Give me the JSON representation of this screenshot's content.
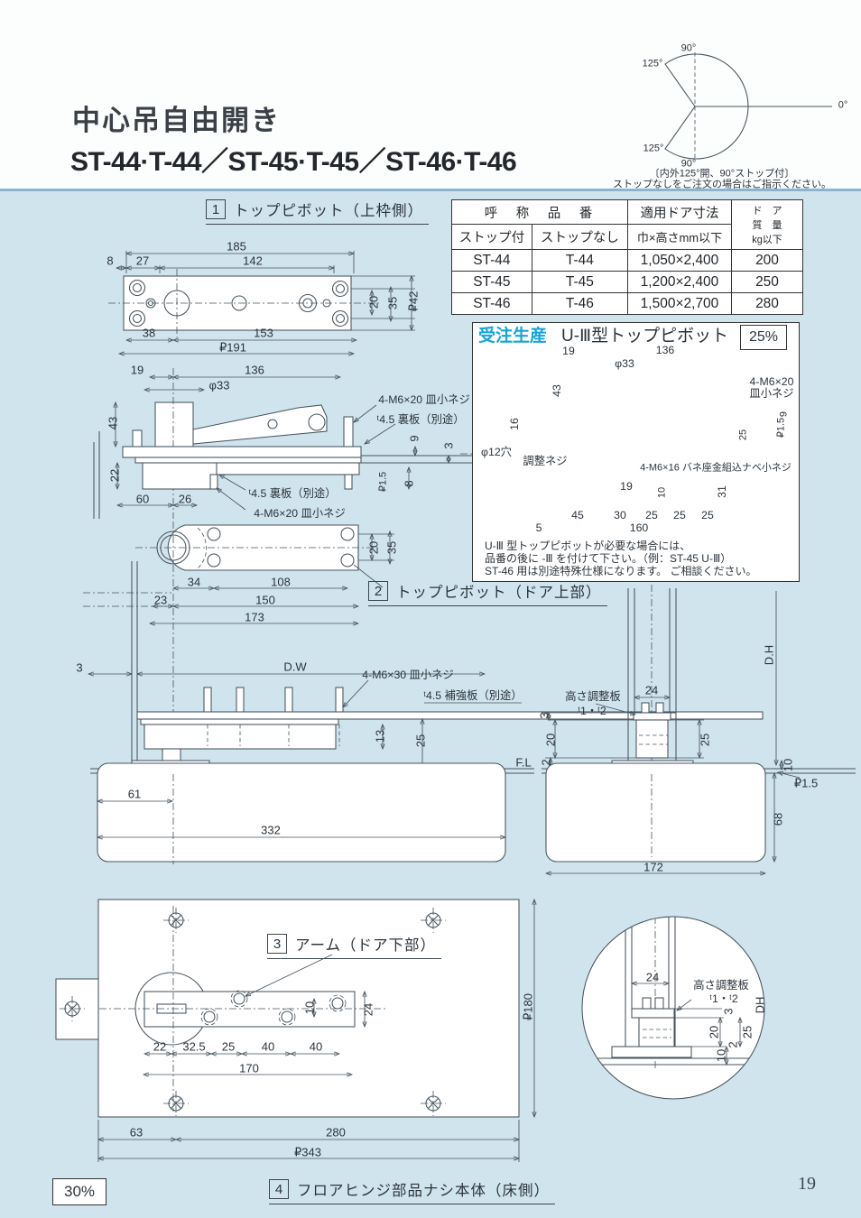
{
  "header": {
    "title": "中心吊自由開き",
    "models": "ST-44·T-44／ST-45·T-45／ST-46·T-46",
    "arc": {
      "top": "90°",
      "upper_left": "125°",
      "right": "0°",
      "lower_left": "125°",
      "bottom": "90°",
      "caption1": "〔内外125°開、90°ストップ付〕",
      "caption2": "ストップなしをご注文の場合はご指示ください。"
    }
  },
  "table": {
    "h_name": "呼　称　品　番",
    "h_size": "適用ドア寸法",
    "h_mass1": "ド　ア",
    "h_mass2": "質　量",
    "h_mass3": "kg以下",
    "h_stop": "ストップ付",
    "h_nostop": "ストップなし",
    "h_size2": "巾×高さmm以下",
    "rows": [
      [
        "ST-44",
        "T-44",
        "1,050×2,400",
        "200"
      ],
      [
        "ST-45",
        "T-45",
        "1,200×2,400",
        "250"
      ],
      [
        "ST-46",
        "T-46",
        "1,500×2,700",
        "280"
      ]
    ]
  },
  "s1": {
    "n": "1",
    "t": "トップピボット（上枠側）"
  },
  "s2": {
    "n": "2",
    "t": "トップピボット（ドア上部）"
  },
  "s3": {
    "n": "3",
    "t": "アーム（ドア下部）"
  },
  "s4": {
    "n": "4",
    "t": "フロアヒンジ部品ナシ本体（床側）"
  },
  "d1": {
    "d185": "185",
    "d8": "8",
    "d27": "27",
    "d142": "142",
    "d38": "38",
    "d153": "153",
    "pl191": "₽191",
    "d20": "20",
    "d35": "35",
    "pl42": "₽42"
  },
  "d2": {
    "d19": "19",
    "d136": "136",
    "phi": "φ33",
    "d43": "43",
    "d22": "22",
    "d60": "60",
    "d26": "26",
    "screw": "4-M6×20 皿小ネジ",
    "back": "ᵗ4.5 裏板（別途）",
    "d9": "9",
    "d3": "3",
    "d8": "8",
    "pl": "₽1.5"
  },
  "d3": {
    "d34": "34",
    "d108": "108",
    "d23": "23",
    "d150": "150",
    "d173": "173",
    "d20": "20",
    "d35": "35"
  },
  "u3": {
    "order": "受注生産",
    "title": "U-Ⅲ型トップピボット",
    "pct": "25%",
    "d19": "19",
    "d136": "136",
    "phi": "φ33",
    "d43": "43",
    "d16": "16",
    "screw1": "4-M6×20",
    "screw2": "皿小ネジ",
    "d9": "9",
    "pl": "₽1.5",
    "d25": "25",
    "phi12": "φ12穴",
    "adj": "調整ネジ",
    "screw3": "4-M6×16 バネ座金組込ナベ小ネジ",
    "d19b": "19",
    "d10": "10",
    "d31": "31",
    "d45": "45",
    "d30": "30",
    "d25a": "25",
    "d25b": "25",
    "d25c": "25",
    "d5": "5",
    "d160": "160",
    "note1": "U-Ⅲ 型トップピボットが必要な場合には、",
    "note2": "品番の後に -Ⅲ を付けて下さい。（例：ST-45 U-Ⅲ）",
    "note3": "ST-46 用は別途特殊仕様になります。 ご相談ください。"
  },
  "dm": {
    "d3": "3",
    "dw": "D.W",
    "screw": "4-M6×30 皿小ネジ",
    "rein": "ᵗ4.5 補強板（別途）",
    "d13": "13",
    "d25": "25",
    "fl": "F.L",
    "d61": "61",
    "d332": "332",
    "d68": "68",
    "d172": "172",
    "d24": "24",
    "hp": "高さ調整板",
    "t12": "ᵗ1・ᵗ2",
    "d3b": "3",
    "d20": "20",
    "d2": "2",
    "d25b": "25",
    "dh": "D.H",
    "d10": "10",
    "pl": "₽1.5"
  },
  "da": {
    "d22": "22",
    "d325": "32.5",
    "d25": "25",
    "d40a": "40",
    "d40b": "40",
    "d170": "170",
    "d10": "10",
    "d24": "24",
    "pl180": "₽180",
    "d63": "63",
    "d280": "280",
    "pl343": "₽343"
  },
  "dc": {
    "d24": "24",
    "hp": "高さ調整板",
    "t12": "ᵗ1・ᵗ2",
    "d3": "3",
    "d20": "20",
    "d2": "2",
    "d25": "25",
    "dh": "DH",
    "d10": "10"
  },
  "footer": {
    "pct": "30%",
    "page": "19"
  }
}
